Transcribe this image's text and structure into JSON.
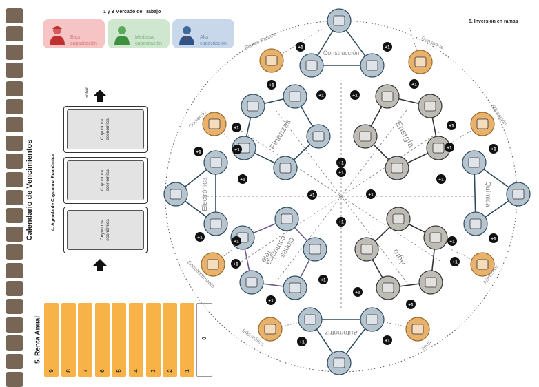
{
  "titles": {
    "calendar": "Calendario de Vencimientos",
    "labor_market": "1 y 3 Mercado de Trabajo",
    "investment": "5. Inversión en ramas",
    "agenda": "4. Agenda de Coyuntura Económica",
    "annual_rent": "5. Renta Anual",
    "draw": "Robar"
  },
  "labor_cards": [
    {
      "label": "Baja capacitación",
      "color": "#f6c4c4",
      "icon": "worker-low-icon"
    },
    {
      "label": "Mediana capacitación",
      "color": "#cfe7cf",
      "icon": "worker-medium-icon"
    },
    {
      "label": "Alta capacitación",
      "color": "#c8d8ea",
      "icon": "worker-high-icon"
    }
  ],
  "economy_cards": [
    "Coyuntura económica",
    "Coyuntura económica",
    "Coyuntura económica"
  ],
  "rent_values": [
    "9",
    "8",
    "7",
    "6",
    "5",
    "4",
    "3",
    "2",
    "1",
    "0"
  ],
  "colors": {
    "calendar_square": "#776655",
    "rent": "#f7b347",
    "blue_sector": "#b5c4cf",
    "gray_sector": "#bfbcb6",
    "orange_resource": "#e8b26d",
    "finance_stroke": "#2e4b5e",
    "tele_stroke": "#6a5a8a"
  },
  "sectors": [
    "Construcción",
    "Finanzas",
    "Energía",
    "Electrónica",
    "Química",
    "Tele comunica ciones",
    "Agro",
    "Automotriz"
  ],
  "resources": [
    "Bienes Raíces",
    "Transporte",
    "Comercio",
    "Educación",
    "Entretenimiento",
    "Alimentos",
    "Informática",
    "Textil"
  ],
  "bonus": "+1"
}
